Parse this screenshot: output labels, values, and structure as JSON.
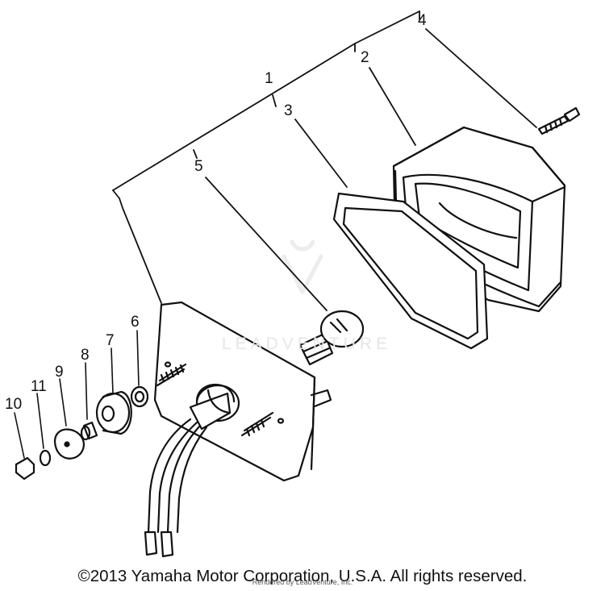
{
  "diagram": {
    "part_labels": {
      "p1": "1",
      "p2": "2",
      "p3": "3",
      "p4": "4",
      "p5": "5",
      "p6": "6",
      "p7": "7",
      "p8": "8",
      "p9": "9",
      "p10": "10",
      "p11": "11"
    },
    "watermark": "LEADVENTURE",
    "copyright": "©2013 Yamaha Motor Corporation, U.S.A. All rights reserved.",
    "rendered_by": "Rendered by LeadVenture, Inc."
  }
}
